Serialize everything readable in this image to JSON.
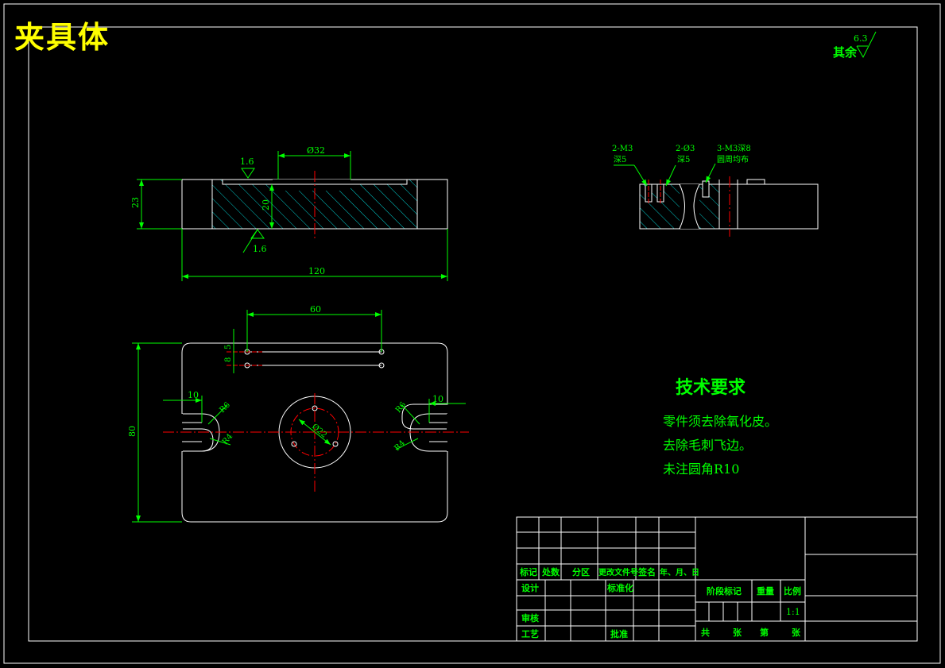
{
  "title": "夹具体",
  "roughness_note": {
    "prefix": "其余",
    "value": "6.3"
  },
  "front_view": {
    "roughness_top": "1.6",
    "roughness_bottom": "1.6",
    "dim_bore": "Ø32",
    "dim_height": "23",
    "dim_inner": "20",
    "dim_length": "120"
  },
  "side_view": {
    "callout_1": {
      "line1": "2-M3",
      "line2": "深5"
    },
    "callout_2": {
      "line1": "2-Ø3",
      "line2": "深5"
    },
    "callout_3": {
      "line1": "3-M3深8",
      "line2": "圆周均布"
    }
  },
  "top_view": {
    "dim_hole_spacing": "60",
    "dim_offset_1": "5",
    "dim_offset_2": "8",
    "dim_width": "80",
    "dim_slot_left": "10",
    "dim_slot_right": "10",
    "r_left_top": "R6",
    "r_left_bottom": "R4",
    "r_right_top": "R6",
    "r_right_bottom": "R4",
    "dim_circle": "Ø22"
  },
  "technical_requirements": {
    "heading": "技术要求",
    "items": [
      "零件须去除氧化皮。",
      "去除毛刺飞边。",
      "未注圆角R10"
    ]
  },
  "title_block": {
    "col_labels": [
      "标记",
      "处数",
      "分区",
      "更改文件号",
      "签名",
      "年、月、日"
    ],
    "design": "设计",
    "standardize": "标准化",
    "review": "审核",
    "process": "工艺",
    "approve": "批准",
    "stage_mark": "阶段标记",
    "weight": "重量",
    "scale_label": "比例",
    "scale_value": "1:1",
    "total": "共",
    "sheets": "张",
    "sheet_no": "第",
    "sheet_unit": "张"
  }
}
